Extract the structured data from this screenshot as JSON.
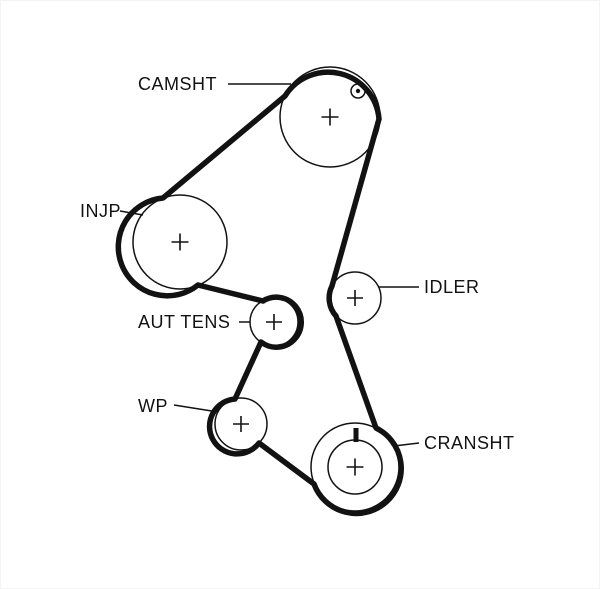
{
  "colors": {
    "background": "#ffffff",
    "line": "#121212"
  },
  "pulleys": {
    "camshaft": {
      "label": "CAMSHT",
      "center_mark": "+"
    },
    "injection_pump": {
      "label": "INJP",
      "center_mark": "+"
    },
    "idler": {
      "label": "IDLER",
      "center_mark": "+"
    },
    "auto_tensioner": {
      "label": "AUT TENS",
      "center_mark": "+"
    },
    "water_pump": {
      "label": "WP",
      "center_mark": "+"
    },
    "crankshaft": {
      "label": "CRANSHT",
      "center_mark": "+"
    }
  }
}
